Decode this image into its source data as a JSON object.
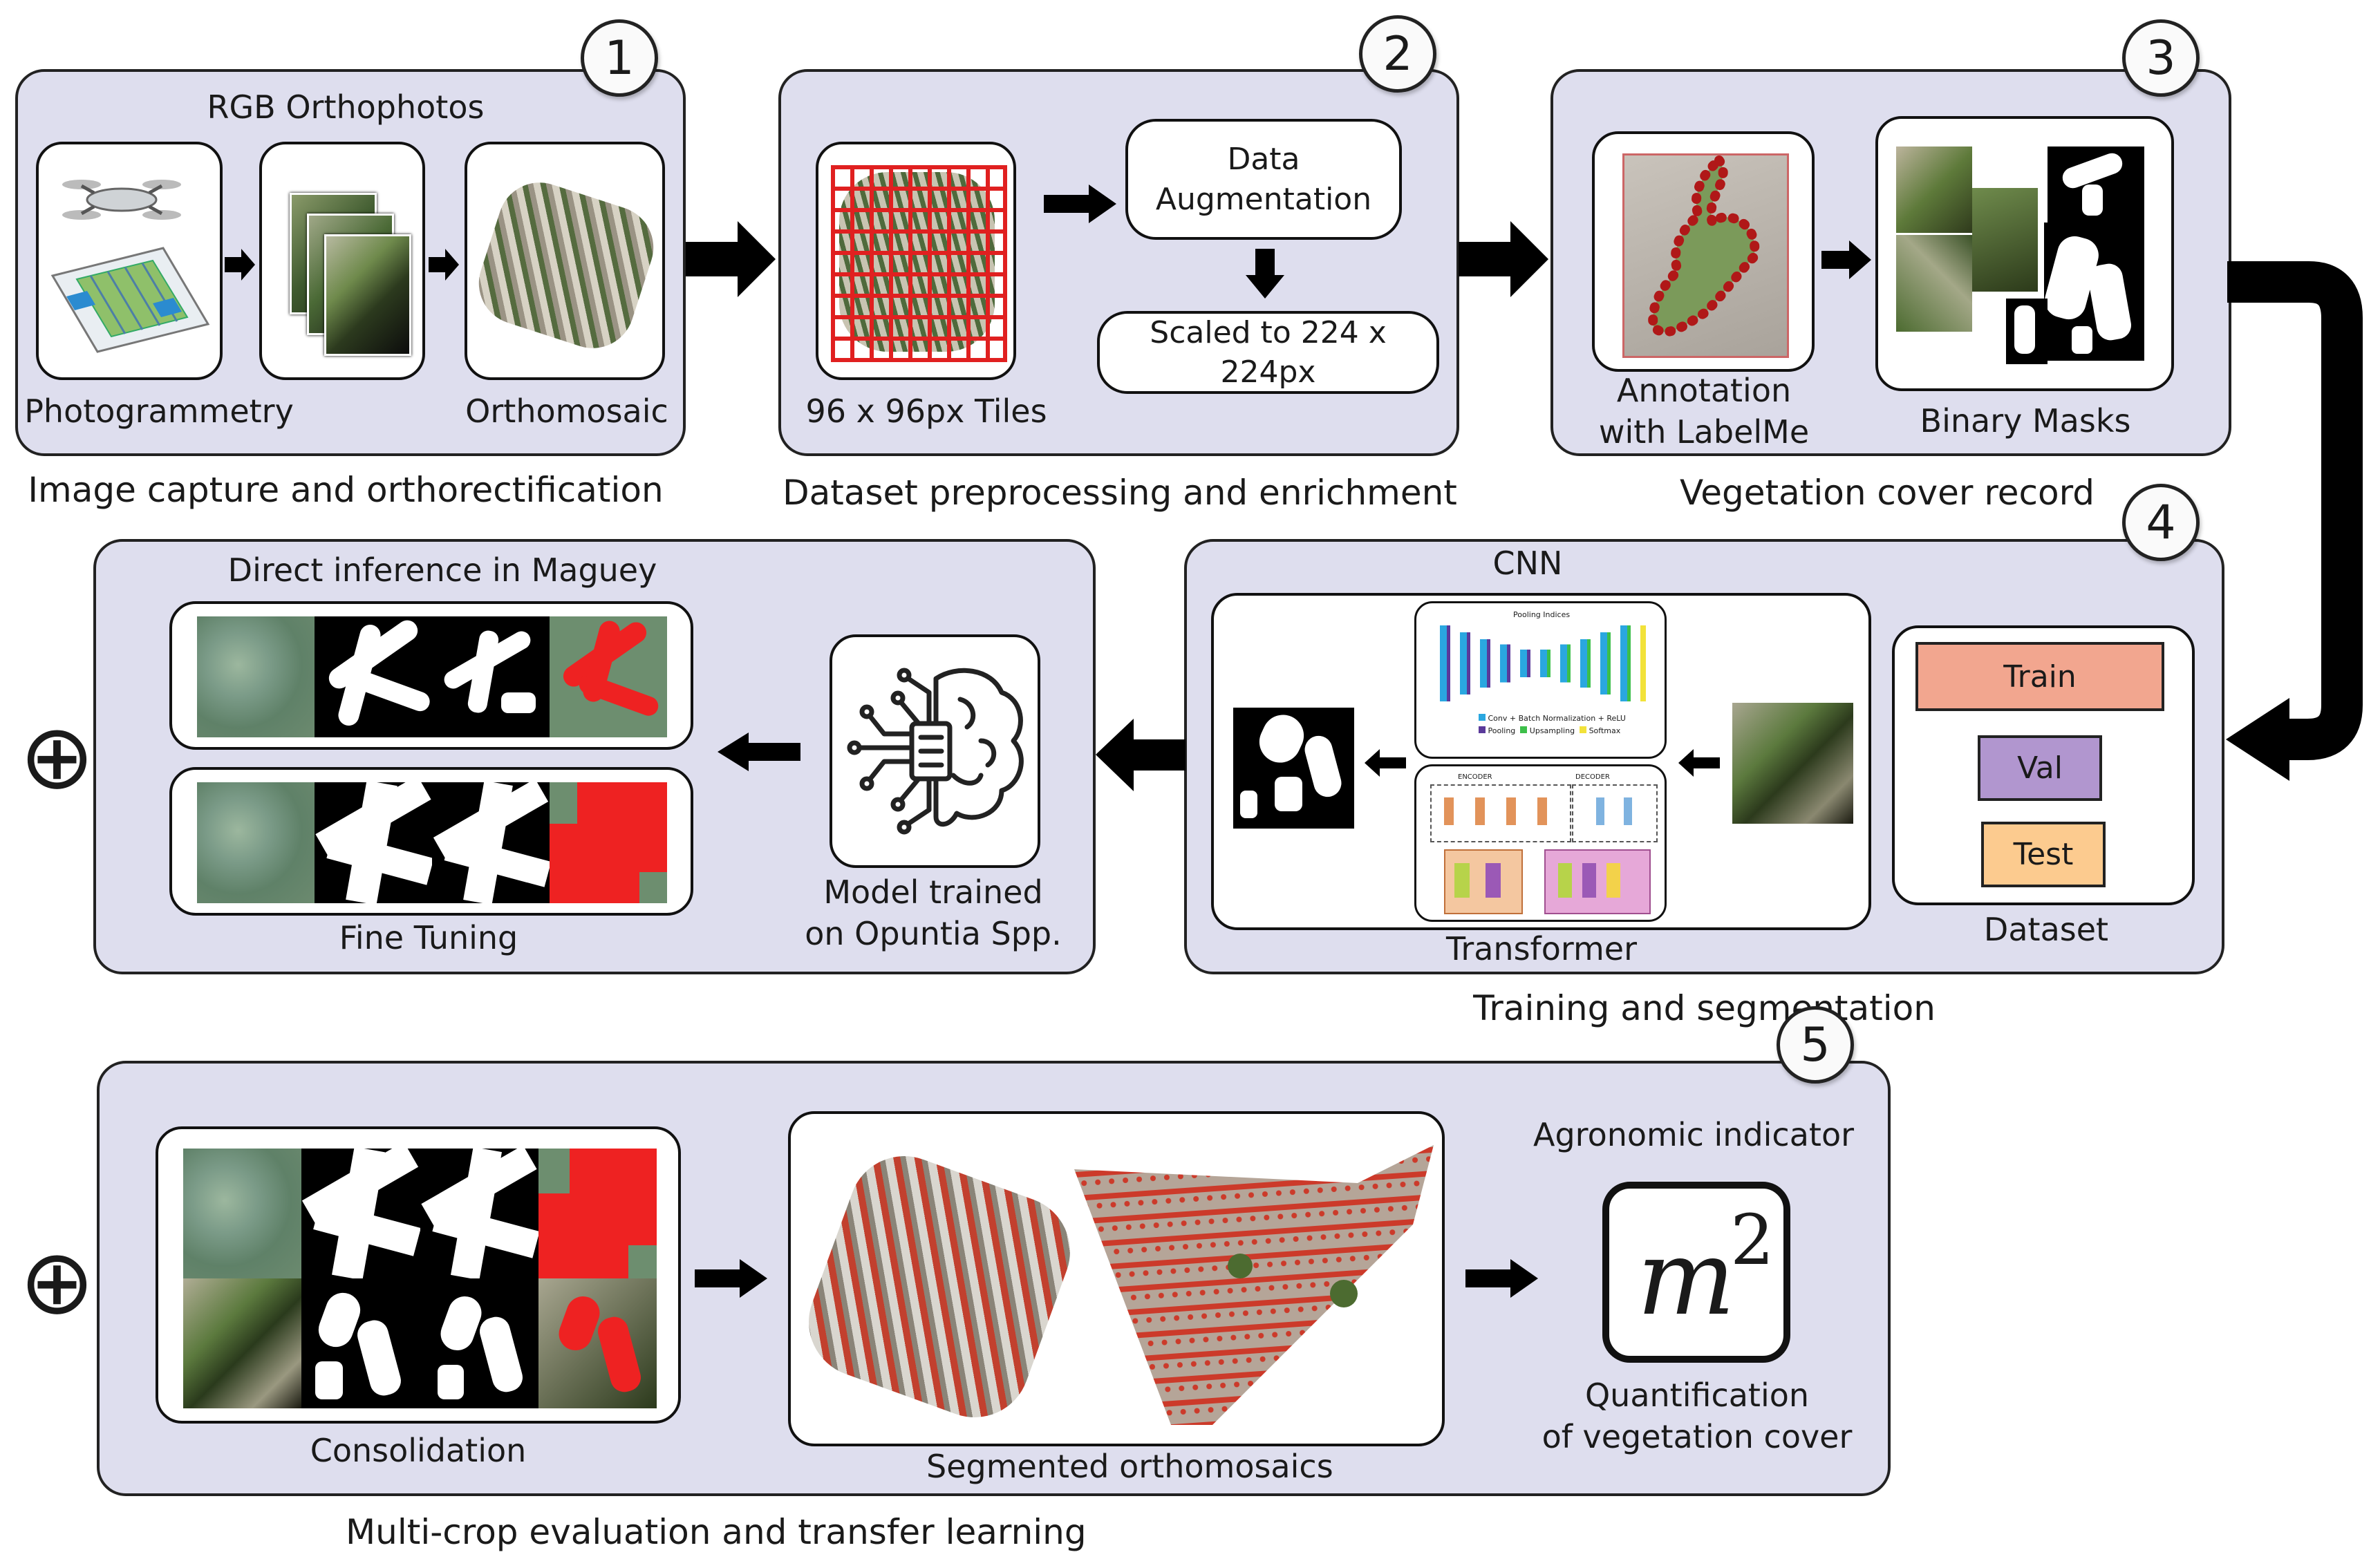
{
  "stages": {
    "s1": {
      "number": "1",
      "title": "RGB Orthophotos",
      "photogrammetry": "Photogrammetry",
      "orthomosaic": "Orthomosaic",
      "caption": "Image capture and orthorectification"
    },
    "s2": {
      "number": "2",
      "tiles": "96 x 96px Tiles",
      "augmentation": "Data\nAugmentation",
      "scaled": "Scaled to 224 x 224px",
      "caption": "Dataset preprocessing and enrichment"
    },
    "s3": {
      "number": "3",
      "annotation": "Annotation\nwith LabelMe",
      "masks": "Binary Masks",
      "caption": "Vegetation cover record"
    },
    "s4": {
      "number": "4",
      "cnn": "CNN",
      "transformer": "Transformer",
      "dataset": "Dataset",
      "train": "Train",
      "val": "Val",
      "test": "Test",
      "cnn_legend": [
        "Conv + Batch Normalization + ReLU",
        "Pooling",
        "Upsampling",
        "Softmax"
      ],
      "cnn_header": "Pooling Indices",
      "tf_encoder": "ENCODER",
      "tf_decoder": "DECODER",
      "caption": "Training and segmentation"
    },
    "inference": {
      "title": "Direct inference in Maguey",
      "model": "Model trained\non Opuntia Spp.",
      "fine_tuning": "Fine Tuning"
    },
    "s5": {
      "number": "5",
      "consolidation": "Consolidation",
      "segmented": "Segmented orthomosaics",
      "agronomic": "Agronomic indicator",
      "m2_base": "m",
      "m2_exp": "2",
      "quantification": "Quantification\nof vegetation cover",
      "caption": "Multi-crop evaluation and transfer learning"
    },
    "oplus": "⊕"
  },
  "colors": {
    "panel": "#dedeee",
    "train": "#f2a68f",
    "val": "#b196cf",
    "test": "#fccb8f",
    "mask_red": "#ee2222",
    "grid_red": "#e02020"
  },
  "icons": [
    "drone-icon",
    "brain-circuit-icon"
  ]
}
